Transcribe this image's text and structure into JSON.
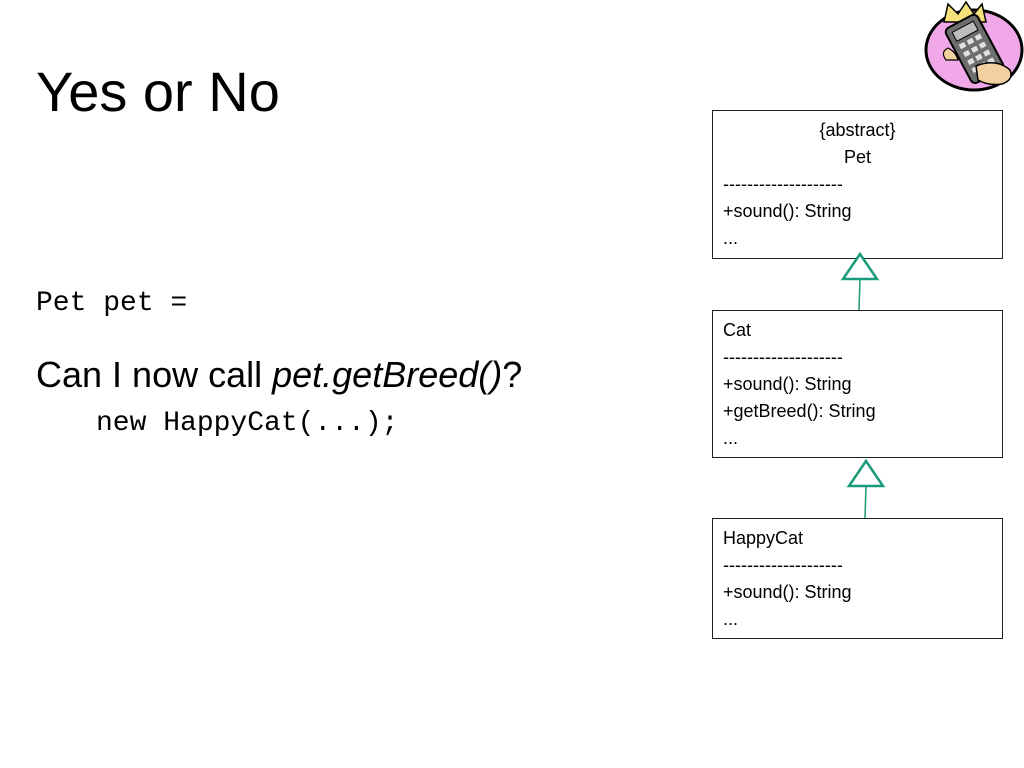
{
  "slide": {
    "title": "Yes or No",
    "code_lines": [
      "Pet pet =",
      "new HappyCat(...);"
    ],
    "question_prefix": "Can I now call ",
    "question_method": "pet.getBreed()",
    "question_suffix": "?"
  },
  "uml": {
    "pet": {
      "stereotype": "{abstract}",
      "name": "Pet",
      "separator": "--------------------",
      "members": [
        "+sound(): String",
        "..."
      ]
    },
    "cat": {
      "name": "Cat",
      "separator": "--------------------",
      "members": [
        "+sound(): String",
        "+getBreed(): String",
        "..."
      ]
    },
    "happycat": {
      "name": "HappyCat",
      "separator": "--------------------",
      "members": [
        "+sound(): String",
        "..."
      ]
    },
    "arrow_color": "#1a9a7a"
  },
  "icons": {
    "clipart": "hand-holding-remote-control-icon"
  }
}
